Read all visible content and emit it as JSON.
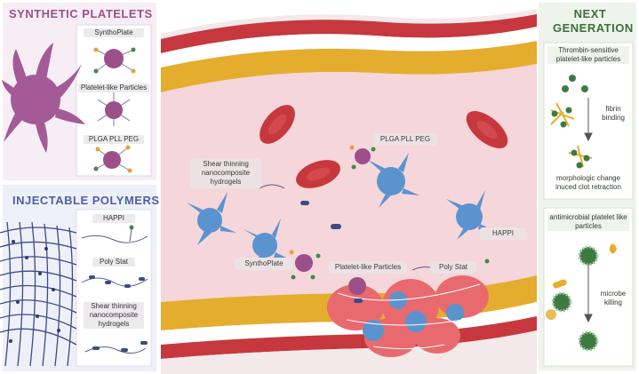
{
  "colors": {
    "synthetic_title": "#9b4f8c",
    "injectable_title": "#4e5fa6",
    "next_title": "#3f6e3a",
    "platelet_purple": "#a45a97",
    "nanoparticle": "#9d4f8a",
    "rbc": "#c6383d",
    "blue_platelet": "#5b93cf",
    "vessel_wall": "#e5ad2e",
    "next_green": "#3d7a42"
  },
  "synthetic_platelets": {
    "title": "SYNTHETIC PLATELETS",
    "items": [
      "SynthoPlate",
      "Platelet-like Particles",
      "PLGA PLL PEG"
    ]
  },
  "injectable_polymers": {
    "title": "INJECTABLE POLYMERS",
    "items": [
      "HAPPI",
      "Poly Stat",
      "Shear thinning nanocomposite hydrogels"
    ]
  },
  "vessel": {
    "labels": {
      "plga": "PLGA PLL PEG",
      "shear": "Shear thinning nanocomposite hydrogels",
      "happi": "HAPPI",
      "syntho": "SynthoPlate",
      "plp": "Platelet-like Particles",
      "polystat": "Poly Stat"
    }
  },
  "next_generation": {
    "title": "NEXT GENERATION",
    "thrombin_title": "Thrombin-sensitive platelet-like particles",
    "fibrin_label": "fibrin binding",
    "retraction_label": "morphologic change inuced clot retraction",
    "antimicrobial_title": "antimicrobial platelet like particles",
    "microbe_label": "microbe killing"
  }
}
